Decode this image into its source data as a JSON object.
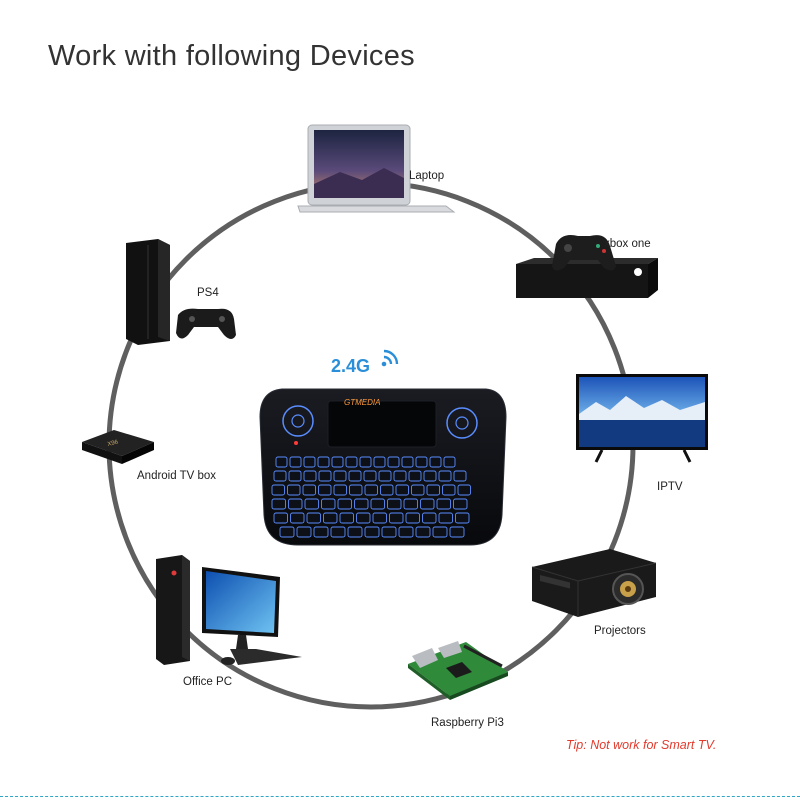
{
  "title": "Work with following Devices",
  "signal_label": "2.4G",
  "keyboard_brand": "GTMEDIA",
  "devices": {
    "laptop": "Laptop",
    "xbox": "xbox one",
    "ps4": "PS4",
    "android_tv_box": "Android TV box",
    "iptv": "IPTV",
    "projectors": "Projectors",
    "office_pc": "Office PC",
    "raspberry_pi": "Raspberry Pi3"
  },
  "tip": "Tip: Not work for Smart TV.",
  "colors": {
    "ring": "#5f5f5f",
    "accent_blue": "#2a8fd8",
    "tip_red": "#e23b2e",
    "key_glow": "#5a8dff"
  }
}
